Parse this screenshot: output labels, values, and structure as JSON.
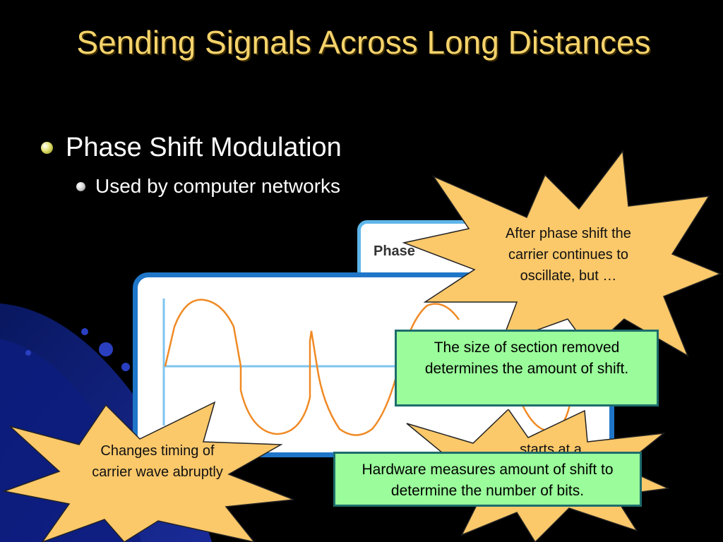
{
  "title": "Sending Signals Across Long Distances",
  "bullets": {
    "main": "Phase Shift Modulation",
    "sub": "Used by computer networks"
  },
  "figure": {
    "tab_label": "Phase"
  },
  "callouts": {
    "top_star": "After phase shift the carrier continues to oscillate, but …",
    "left_star": "Changes timing of carrier wave abruptly",
    "bottom_star_partial": "starts at a",
    "green_box_top": "The size of section removed determines the amount of shift.",
    "green_box_bottom": "Hardware measures amount of shift to determine the number of bits."
  },
  "colors": {
    "title": "#f5d36b",
    "star_fill": "#fbc86a",
    "wave": "#f08a24",
    "axis": "#7fc4f0",
    "panel_border": "#1f76c8",
    "green_box": "#9afc9a"
  }
}
